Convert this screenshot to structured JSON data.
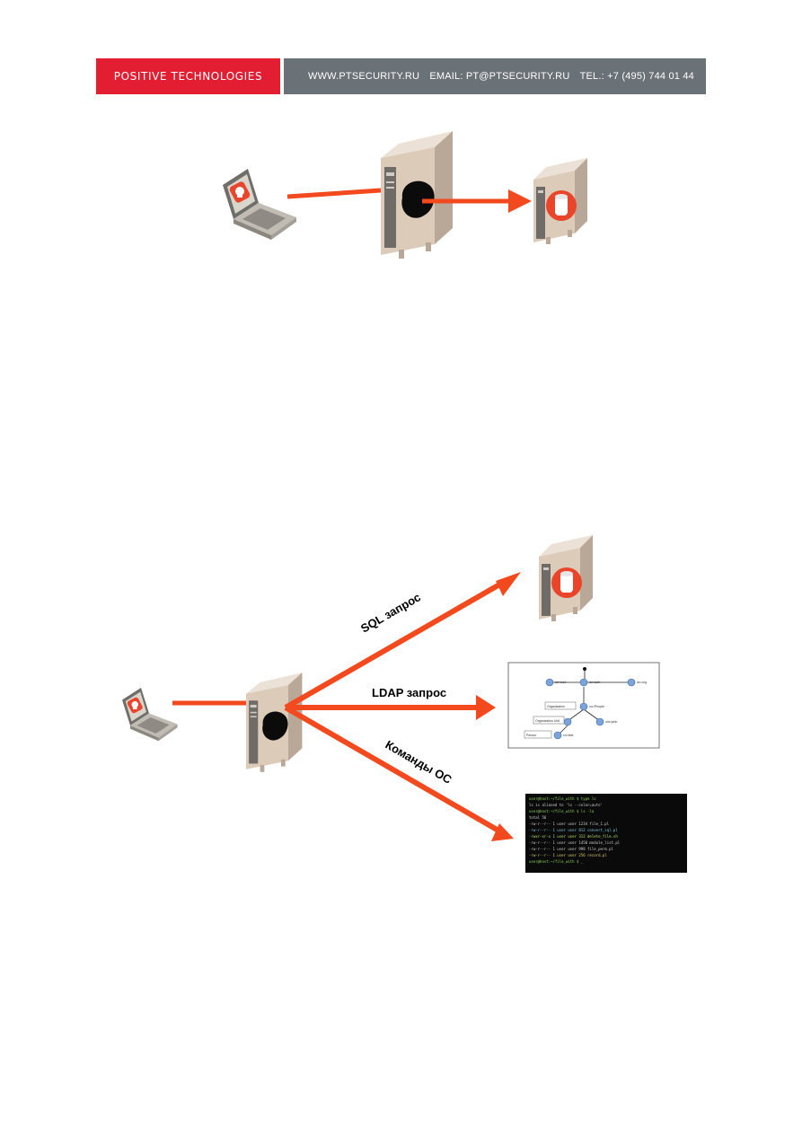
{
  "header": {
    "brand": "POSITIVE TECHNOLOGIES",
    "website": "WWW.PTSECURITY.RU",
    "email": "EMAIL: PT@PTSECURITY.RU",
    "phone": "TEL.: +7 (495) 744 01 44"
  },
  "colors": {
    "brand_red": "#e31e33",
    "header_gray": "#6a7177",
    "arrow": "#f24a1e",
    "server_body": "#dccbb9"
  },
  "diagram2": {
    "labels": {
      "sql": "SQL запрос",
      "ldap": "LDAP запрос",
      "os": "Команды ОС"
    }
  },
  "ldap_tree": {
    "nodes": [
      "dc=root",
      "dc=com",
      "dc=org",
      "ou=People",
      "uid=john",
      "cn=test"
    ],
    "boxes": [
      "Organization",
      "Organization Unit",
      "Person"
    ]
  },
  "terminal": {
    "lines": [
      "user@host:~/file_with $ type ls",
      "ls is aliased to 'ls --color=auto'",
      "user@host:~/file_with $ ls -la",
      "total 56",
      "-rw-r--r-- 1 user user 1234 file_1.pl",
      "-rw-r--r-- 1 user user  812 convert_sql.pl",
      "-rwxr-xr-x 1 user user  312 delete_file.sh",
      "-rw-r--r-- 1 user user 1450 module_list.pl",
      "-rw-r--r-- 1 user user  998 file_perm.pl",
      "-rw-r--r-- 1 user user  256 record.pl",
      "user@host:~/file_with $ _"
    ]
  }
}
